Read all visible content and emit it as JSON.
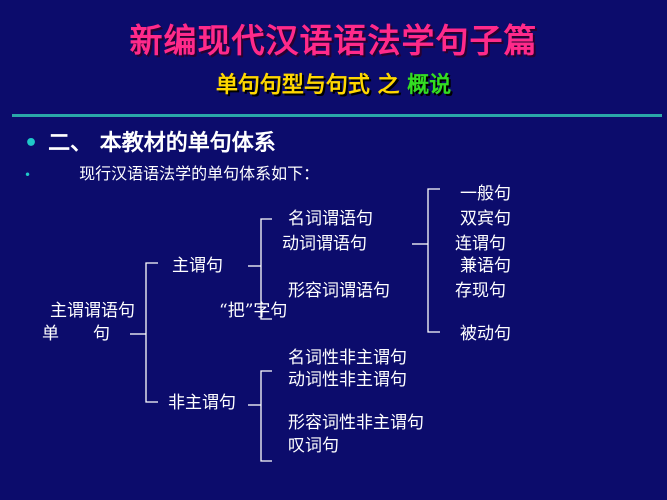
{
  "slide": {
    "title": "新编现代汉语语法学句子篇",
    "subtitle_main": "单句句型与句式 之",
    "subtitle_accent": "概说",
    "bullet1": "二、 本教材的单句体系",
    "bullet2": "现行汉语语法学的单句体系如下：",
    "colors": {
      "background": "#0c0c6c",
      "title": "#ff2a8a",
      "subtitle": "#ffd700",
      "accent": "#33dd22",
      "divider": "#2aa8a8",
      "bullet": "#1fc8c8"
    }
  },
  "tree": {
    "root": "单　　句",
    "root_note": "主谓谓语句",
    "zhuwei": "主谓句",
    "fei_zhuwei": "非主谓句",
    "ba_ju": "“把”字句",
    "zhuwei_children": [
      "名词谓语句",
      "动词谓语句",
      "形容词谓语句"
    ],
    "dongci_children": [
      "一般句",
      "双宾句",
      "连谓句",
      "兼语句",
      "存现句",
      "被动句"
    ],
    "fei_children": [
      "名词性非主谓句",
      "动词性非主谓句",
      "形容词性非主谓句",
      "叹词句"
    ]
  }
}
